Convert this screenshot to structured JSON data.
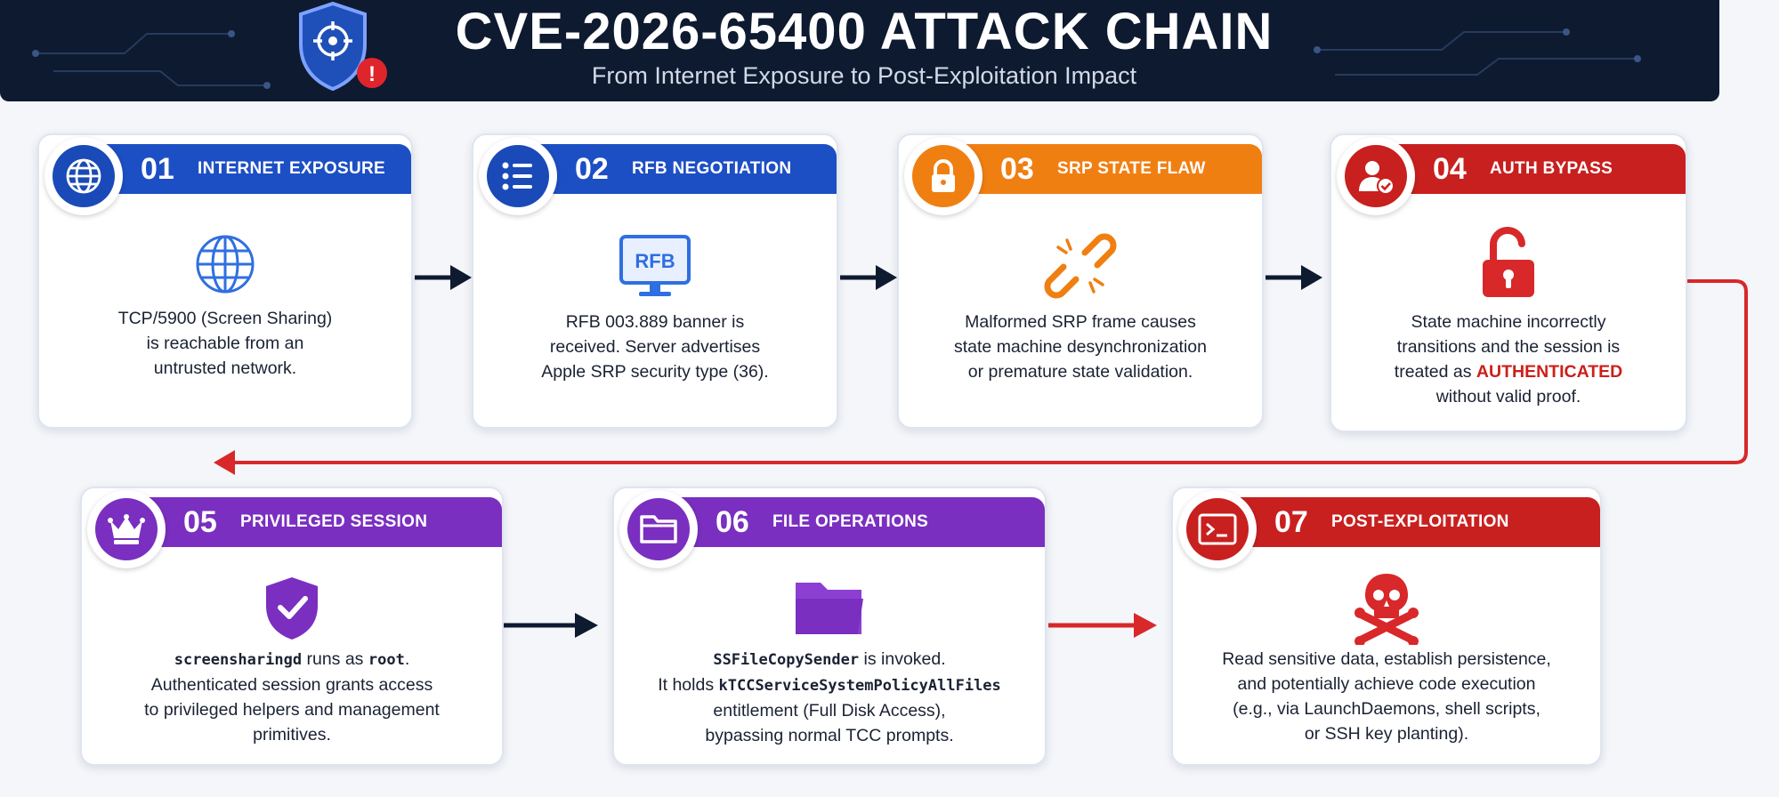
{
  "header": {
    "title": "CVE-2026-65400 ATTACK CHAIN",
    "subtitle": "From Internet Exposure to Post-Exploitation Impact",
    "shield_alert": "!"
  },
  "colors": {
    "navy": "#0e1a30",
    "blue": "#1d4fc4",
    "orange": "#f07f12",
    "red": "#c8201f",
    "purple": "#7a2fc0"
  },
  "steps": [
    {
      "num": "01",
      "label": "INTERNET EXPOSURE",
      "color": "blue",
      "badge_icon": "globe-icon",
      "body_icon": "globe-icon",
      "desc": [
        "TCP/5900 (Screen Sharing)",
        "is reachable from an",
        "untrusted network."
      ]
    },
    {
      "num": "02",
      "label": "RFB NEGOTIATION",
      "color": "blue",
      "badge_icon": "list-icon",
      "body_icon": "monitor-rfb-icon",
      "monitor_text": "RFB",
      "desc": [
        "RFB 003.889 banner is",
        "received. Server advertises",
        "Apple SRP security type (36)."
      ]
    },
    {
      "num": "03",
      "label": "SRP STATE FLAW",
      "color": "orange",
      "badge_icon": "lock-icon",
      "body_icon": "broken-chain-icon",
      "desc": [
        "Malformed SRP frame causes",
        "state machine desynchronization",
        "or premature state validation."
      ]
    },
    {
      "num": "04",
      "label": "AUTH BYPASS",
      "color": "red",
      "badge_icon": "user-check-icon",
      "body_icon": "unlocked-padlock-icon",
      "desc": [
        "State machine incorrectly",
        "transitions and the session is",
        "treated as ",
        "AUTHENTICATED",
        "without valid proof."
      ]
    },
    {
      "num": "05",
      "label": "PRIVILEGED SESSION",
      "color": "purple",
      "badge_icon": "crown-icon",
      "body_icon": "shield-check-icon",
      "desc": [
        "screensharingd",
        " runs as ",
        "root",
        ".",
        "Authenticated session grants access",
        "to privileged helpers and management",
        "primitives."
      ]
    },
    {
      "num": "06",
      "label": "FILE OPERATIONS",
      "color": "purple",
      "badge_icon": "folder-icon",
      "body_icon": "folder-icon",
      "desc": [
        "SSFileCopySender",
        " is invoked.",
        "It holds ",
        "kTCCServiceSystemPolicyAllFiles",
        "entitlement (Full Disk Access),",
        "bypassing normal TCC prompts."
      ]
    },
    {
      "num": "07",
      "label": "POST-EXPLOITATION",
      "color": "red",
      "badge_icon": "terminal-icon",
      "body_icon": "skull-crossbones-icon",
      "desc": [
        "Read sensitive data, establish persistence,",
        "and potentially achieve code execution",
        "(e.g., via LaunchDaemons, shell scripts,",
        "or SSH key planting)."
      ]
    }
  ]
}
